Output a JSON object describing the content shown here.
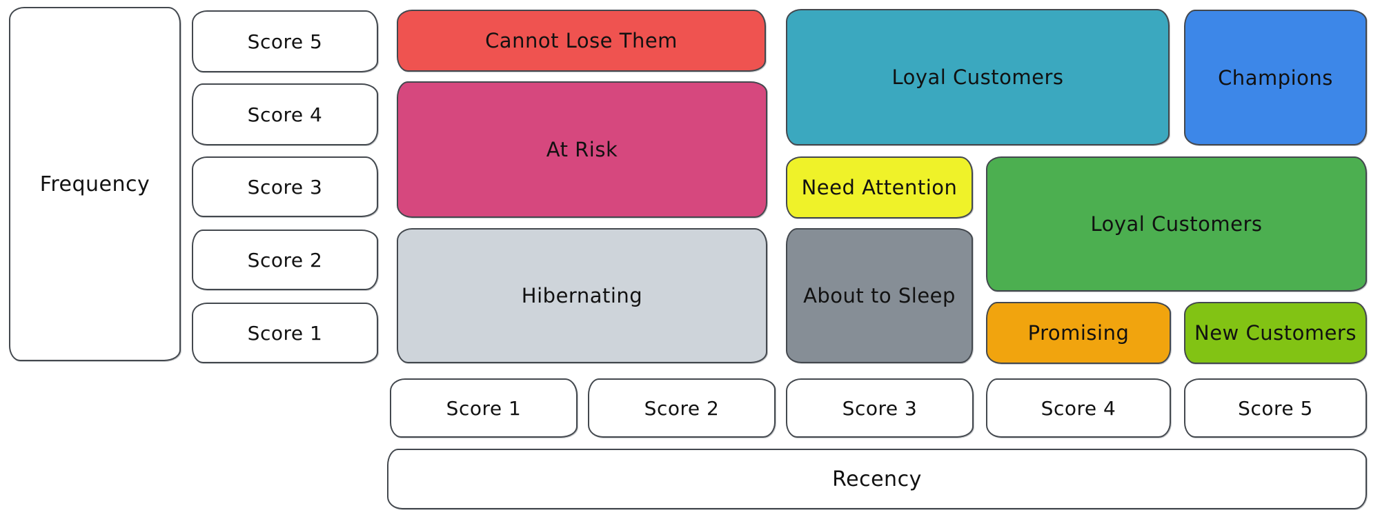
{
  "axes": {
    "frequency": {
      "label": "Frequency"
    },
    "recency": {
      "label": "Recency"
    },
    "frequency_scores": [
      "Score 5",
      "Score 4",
      "Score 3",
      "Score 2",
      "Score 1"
    ],
    "recency_scores": [
      "Score 1",
      "Score 2",
      "Score 3",
      "Score 4",
      "Score 5"
    ]
  },
  "segments": {
    "cannot_lose_them": {
      "label": "Cannot Lose Them",
      "color": "#ef5350"
    },
    "at_risk": {
      "label": "At Risk",
      "color": "#d6487e"
    },
    "hibernating": {
      "label": "Hibernating",
      "color": "#ced4da"
    },
    "loyal_customers_top": {
      "label": "Loyal Customers",
      "color": "#3ba8bf"
    },
    "champions": {
      "label": "Champions",
      "color": "#3d87e8"
    },
    "need_attention": {
      "label": "Need Attention",
      "color": "#eff229"
    },
    "about_to_sleep": {
      "label": "About to Sleep",
      "color": "#868e96"
    },
    "loyal_customers_middle": {
      "label": "Loyal Customers",
      "color": "#4caf50"
    },
    "promising": {
      "label": "Promising",
      "color": "#f1a40e"
    },
    "new_customers": {
      "label": "New Customers",
      "color": "#82c314"
    }
  },
  "style_colors": {
    "background": "#ffffff",
    "stroke": "#43484e",
    "text": "#111111"
  }
}
